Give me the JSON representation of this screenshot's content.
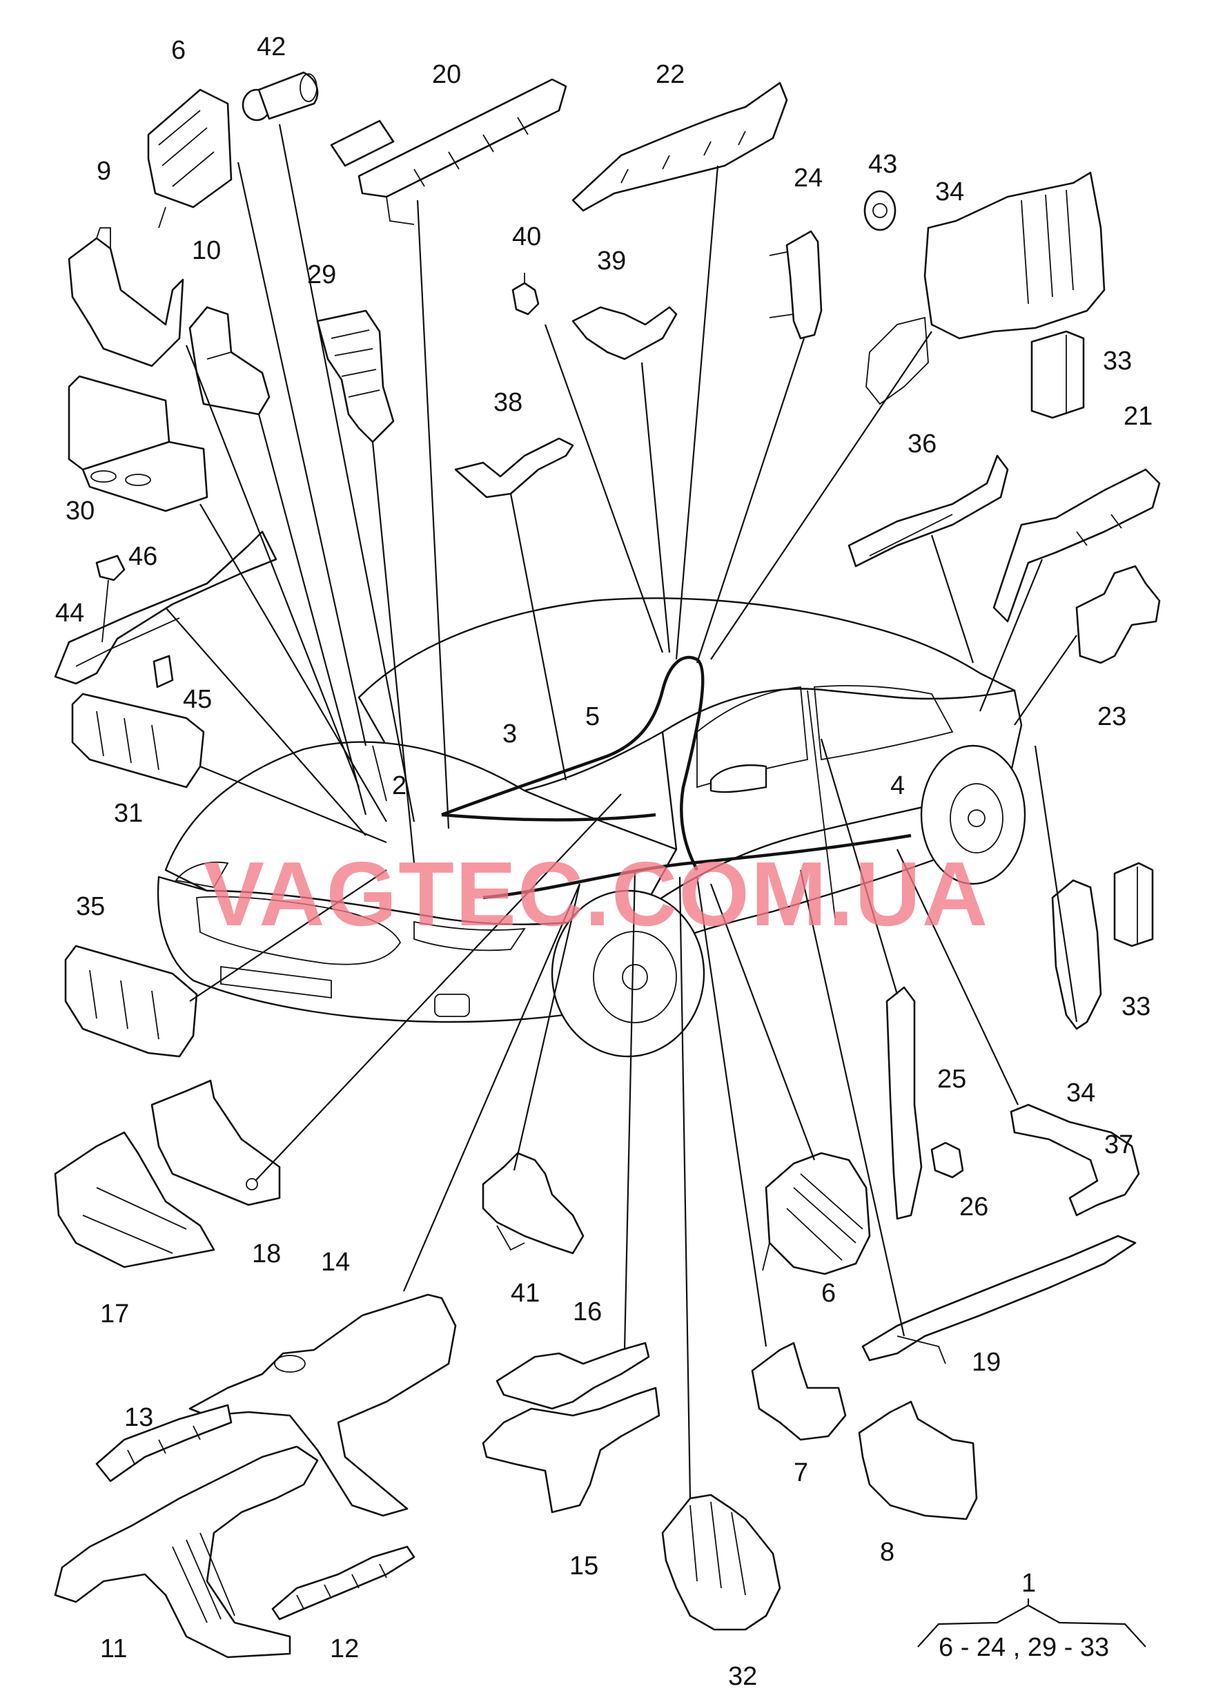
{
  "watermark": "VAGTEC.COM.UA",
  "assembly": {
    "label": "1",
    "range": "6 - 24 , 29 - 33"
  },
  "callouts": [
    {
      "id": "c2",
      "text": "2"
    },
    {
      "id": "c3",
      "text": "3"
    },
    {
      "id": "c4",
      "text": "4"
    },
    {
      "id": "c5",
      "text": "5"
    },
    {
      "id": "c6a",
      "text": "6"
    },
    {
      "id": "c6b",
      "text": "6"
    },
    {
      "id": "c7",
      "text": "7"
    },
    {
      "id": "c8",
      "text": "8"
    },
    {
      "id": "c9",
      "text": "9"
    },
    {
      "id": "c10",
      "text": "10"
    },
    {
      "id": "c11",
      "text": "11"
    },
    {
      "id": "c12",
      "text": "12"
    },
    {
      "id": "c13",
      "text": "13"
    },
    {
      "id": "c14",
      "text": "14"
    },
    {
      "id": "c15",
      "text": "15"
    },
    {
      "id": "c16",
      "text": "16"
    },
    {
      "id": "c17",
      "text": "17"
    },
    {
      "id": "c18",
      "text": "18"
    },
    {
      "id": "c19",
      "text": "19"
    },
    {
      "id": "c20",
      "text": "20"
    },
    {
      "id": "c21",
      "text": "21"
    },
    {
      "id": "c22",
      "text": "22"
    },
    {
      "id": "c23",
      "text": "23"
    },
    {
      "id": "c24",
      "text": "24"
    },
    {
      "id": "c25",
      "text": "25"
    },
    {
      "id": "c26",
      "text": "26"
    },
    {
      "id": "c29",
      "text": "29"
    },
    {
      "id": "c30",
      "text": "30"
    },
    {
      "id": "c31",
      "text": "31"
    },
    {
      "id": "c32",
      "text": "32"
    },
    {
      "id": "c33a",
      "text": "33"
    },
    {
      "id": "c33b",
      "text": "33"
    },
    {
      "id": "c34a",
      "text": "34"
    },
    {
      "id": "c34b",
      "text": "34"
    },
    {
      "id": "c35",
      "text": "35"
    },
    {
      "id": "c36",
      "text": "36"
    },
    {
      "id": "c37",
      "text": "37"
    },
    {
      "id": "c38",
      "text": "38"
    },
    {
      "id": "c39",
      "text": "39"
    },
    {
      "id": "c40",
      "text": "40"
    },
    {
      "id": "c41",
      "text": "41"
    },
    {
      "id": "c42",
      "text": "42"
    },
    {
      "id": "c43",
      "text": "43"
    },
    {
      "id": "c44",
      "text": "44"
    },
    {
      "id": "c45",
      "text": "45"
    },
    {
      "id": "c46",
      "text": "46"
    }
  ]
}
